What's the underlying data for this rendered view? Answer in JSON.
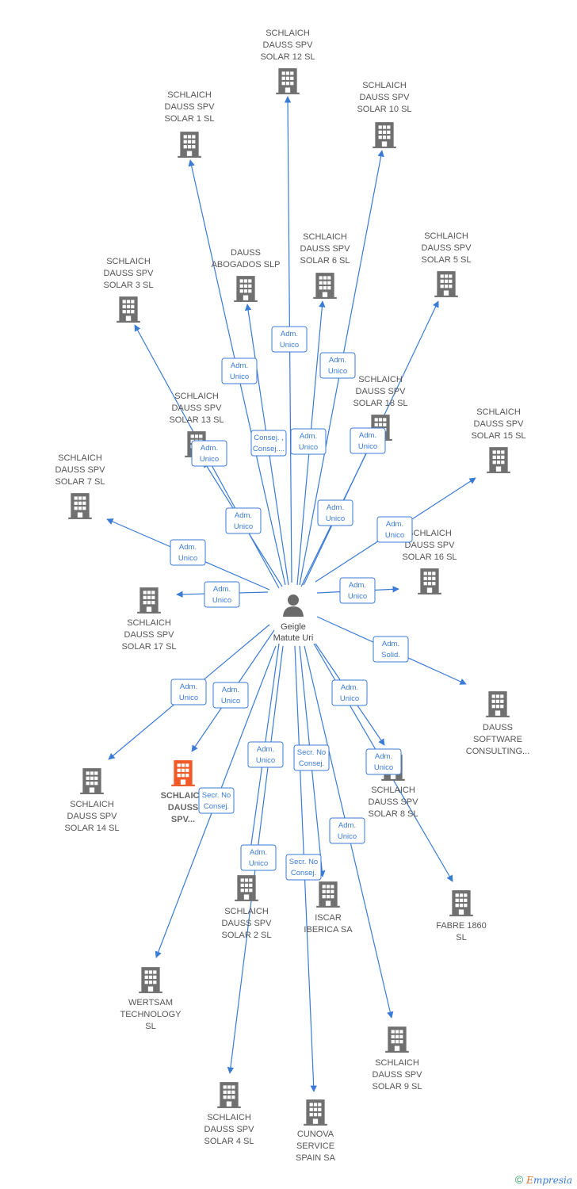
{
  "diagram": {
    "center": {
      "id": "geigle",
      "label": [
        "Geigle",
        "Matute Uri"
      ]
    },
    "nodes": [
      {
        "id": "solar12",
        "label": [
          "SCHLAICH",
          "DAUSS SPV",
          "SOLAR 12  SL"
        ]
      },
      {
        "id": "solar1",
        "label": [
          "SCHLAICH",
          "DAUSS SPV",
          "SOLAR 1  SL"
        ]
      },
      {
        "id": "solar10",
        "label": [
          "SCHLAICH",
          "DAUSS SPV",
          "SOLAR 10  SL"
        ]
      },
      {
        "id": "abogados",
        "label": [
          "DAUSS",
          "ABOGADOS  SLP"
        ]
      },
      {
        "id": "solar6",
        "label": [
          "SCHLAICH",
          "DAUSS SPV",
          "SOLAR 6  SL"
        ]
      },
      {
        "id": "solar5",
        "label": [
          "SCHLAICH",
          "DAUSS SPV",
          "SOLAR 5  SL"
        ]
      },
      {
        "id": "solar3",
        "label": [
          "SCHLAICH",
          "DAUSS SPV",
          "SOLAR 3  SL"
        ]
      },
      {
        "id": "solar13",
        "label": [
          "SCHLAICH",
          "DAUSS SPV",
          "SOLAR 13  SL"
        ]
      },
      {
        "id": "solar18",
        "label": [
          "SCHLAICH",
          "DAUSS SPV",
          "SOLAR 18  SL"
        ]
      },
      {
        "id": "solar15",
        "label": [
          "SCHLAICH",
          "DAUSS SPV",
          "SOLAR 15  SL"
        ]
      },
      {
        "id": "solar7",
        "label": [
          "SCHLAICH",
          "DAUSS SPV",
          "SOLAR 7  SL"
        ]
      },
      {
        "id": "solar16",
        "label": [
          "SCHLAICH",
          "DAUSS SPV",
          "SOLAR 16  SL"
        ]
      },
      {
        "id": "solar17",
        "label": [
          "SCHLAICH",
          "DAUSS SPV",
          "SOLAR 17  SL"
        ]
      },
      {
        "id": "software",
        "label": [
          "DAUSS",
          "SOFTWARE",
          "CONSULTING..."
        ]
      },
      {
        "id": "solar14",
        "label": [
          "SCHLAICH",
          "DAUSS SPV",
          "SOLAR 14  SL"
        ]
      },
      {
        "id": "spvhl",
        "label": [
          "SCHLAICH",
          "DAUSS",
          "SPV..."
        ],
        "highlight": true
      },
      {
        "id": "solar8",
        "label": [
          "SCHLAICH",
          "DAUSS SPV",
          "SOLAR 8  SL"
        ]
      },
      {
        "id": "solar2",
        "label": [
          "SCHLAICH",
          "DAUSS SPV",
          "SOLAR 2  SL"
        ]
      },
      {
        "id": "iscar",
        "label": [
          "ISCAR",
          "IBERICA SA"
        ]
      },
      {
        "id": "fabre",
        "label": [
          "FABRE 1860",
          "SL"
        ]
      },
      {
        "id": "wertsam",
        "label": [
          "WERTSAM",
          "TECHNOLOGY",
          "SL"
        ]
      },
      {
        "id": "solar9",
        "label": [
          "SCHLAICH",
          "DAUSS SPV",
          "SOLAR 9  SL"
        ]
      },
      {
        "id": "solar4",
        "label": [
          "SCHLAICH",
          "DAUSS SPV",
          "SOLAR 4  SL"
        ]
      },
      {
        "id": "cunova",
        "label": [
          "CUNOVA",
          "SERVICE",
          "SPAIN SA"
        ]
      }
    ],
    "edges": [
      {
        "to": "solar12",
        "role": [
          "Adm.",
          "Unico"
        ]
      },
      {
        "to": "solar1",
        "role": [
          "Adm.",
          "Unico"
        ]
      },
      {
        "to": "solar10",
        "role": [
          "Adm.",
          "Unico"
        ]
      },
      {
        "to": "abogados",
        "role": [
          "Consej. ,",
          "Consej...."
        ]
      },
      {
        "to": "solar6",
        "role": [
          "Adm.",
          "Unico"
        ]
      },
      {
        "to": "solar5",
        "role": [
          "Adm.",
          "Unico"
        ]
      },
      {
        "to": "solar3",
        "role": [
          "Adm.",
          "Unico"
        ]
      },
      {
        "to": "solar13",
        "role": [
          "Adm.",
          "Unico"
        ]
      },
      {
        "to": "solar18",
        "role": [
          "Adm.",
          "Unico"
        ]
      },
      {
        "to": "solar15",
        "role": [
          "Adm.",
          "Unico"
        ]
      },
      {
        "to": "solar7",
        "role": [
          "Adm.",
          "Unico"
        ]
      },
      {
        "to": "solar16",
        "role": [
          "Adm.",
          "Unico"
        ]
      },
      {
        "to": "solar17",
        "role": [
          "Adm.",
          "Unico"
        ]
      },
      {
        "to": "software",
        "role": [
          "Adm.",
          "Solid."
        ]
      },
      {
        "to": "solar14",
        "role": [
          "Adm.",
          "Unico"
        ]
      },
      {
        "to": "spvhl",
        "role": [
          "Adm.",
          "Unico"
        ]
      },
      {
        "to": "solar8",
        "role": [
          "Adm.",
          "Unico"
        ]
      },
      {
        "to": "solar2",
        "role": [
          "Adm.",
          "Unico"
        ]
      },
      {
        "to": "iscar",
        "role": [
          "Secr.  No",
          "Consej."
        ]
      },
      {
        "to": "fabre",
        "role": [
          "Adm.",
          "Unico"
        ]
      },
      {
        "to": "wertsam",
        "role": [
          "Secr.  No",
          "Consej."
        ]
      },
      {
        "to": "solar9",
        "role": [
          "Adm.",
          "Unico"
        ]
      },
      {
        "to": "solar4",
        "role": [
          "Adm.",
          "Unico"
        ]
      },
      {
        "to": "cunova",
        "role": [
          "Secr.  No",
          "Consej."
        ]
      }
    ]
  },
  "colors": {
    "edge": "#3a7bd5",
    "building": "#707070",
    "building_highlight": "#f05a28",
    "person": "#6a6a6a"
  },
  "footer": {
    "copyright": "©",
    "brand_first": "E",
    "brand_rest": "mpresia"
  }
}
